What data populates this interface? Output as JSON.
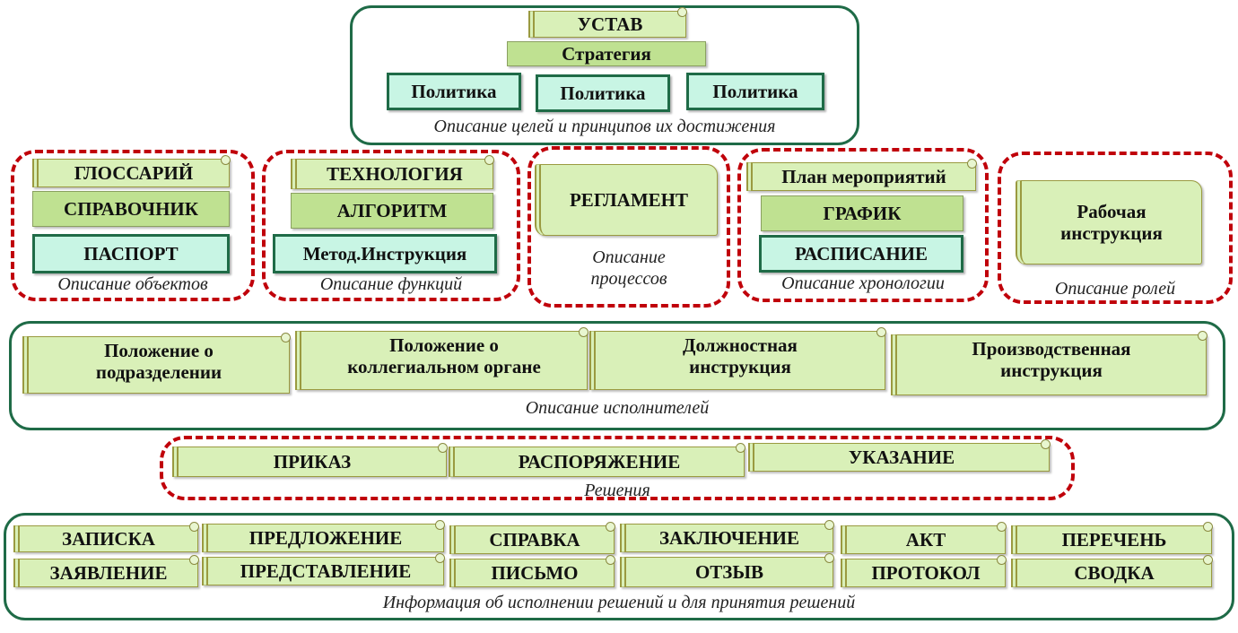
{
  "top": {
    "ustav": "УСТАВ",
    "strategy": "Стратегия",
    "policy_1": "Политика",
    "policy_2": "Политика",
    "policy_3": "Политика",
    "caption": "Описание целей и принципов их достижения"
  },
  "objects": {
    "glossary": "ГЛОССАРИЙ",
    "reference": "СПРАВОЧНИК",
    "passport": "ПАСПОРТ",
    "caption": "Описание объектов"
  },
  "functions": {
    "technology": "ТЕХНОЛОГИЯ",
    "algorithm": "АЛГОРИТМ",
    "method": "Метод.Инструкция",
    "caption": "Описание функций"
  },
  "processes": {
    "regulation": "РЕГЛАМЕНТ",
    "caption_1": "Описание",
    "caption_2": "процессов"
  },
  "chronology": {
    "plan": "План мероприятий",
    "schedule": "ГРАФИК",
    "timetable": "РАСПИСАНИЕ",
    "caption": "Описание хронологии"
  },
  "roles": {
    "work_1": "Рабочая",
    "work_2": "инструкция",
    "caption": "Описание ролей"
  },
  "executors": {
    "unit_1": "Положение о",
    "unit_2": "подразделении",
    "board_1": "Положение о",
    "board_2": "коллегиальном органе",
    "job_1": "Должностная",
    "job_2": "инструкция",
    "prod_1": "Производственная",
    "prod_2": "инструкция",
    "caption": "Описание исполнителей"
  },
  "decisions": {
    "order": "ПРИКАЗ",
    "directive": "РАСПОРЯЖЕНИЕ",
    "instruction": "УКАЗАНИЕ",
    "caption": "Решения"
  },
  "info": {
    "row1": [
      "ЗАПИСКА",
      "ПРЕДЛОЖЕНИЕ",
      "СПРАВКА",
      "ЗАКЛЮЧЕНИЕ",
      "АКТ",
      "ПЕРЕЧЕНЬ"
    ],
    "row2": [
      "ЗАЯВЛЕНИЕ",
      "ПРЕДСТАВЛЕНИЕ",
      "ПИСЬМО",
      "ОТЗЫВ",
      "ПРОТОКОЛ",
      "СВОДКА"
    ],
    "caption": "Информация об исполнении решений и для принятия решений"
  },
  "colors": {
    "solid_border": "#1f6b47",
    "dashed_border": "#c0000a",
    "scroll_fill": "#d9f0b8",
    "teal_fill": "#c8f5e4",
    "plate_fill": "#bfe191"
  }
}
